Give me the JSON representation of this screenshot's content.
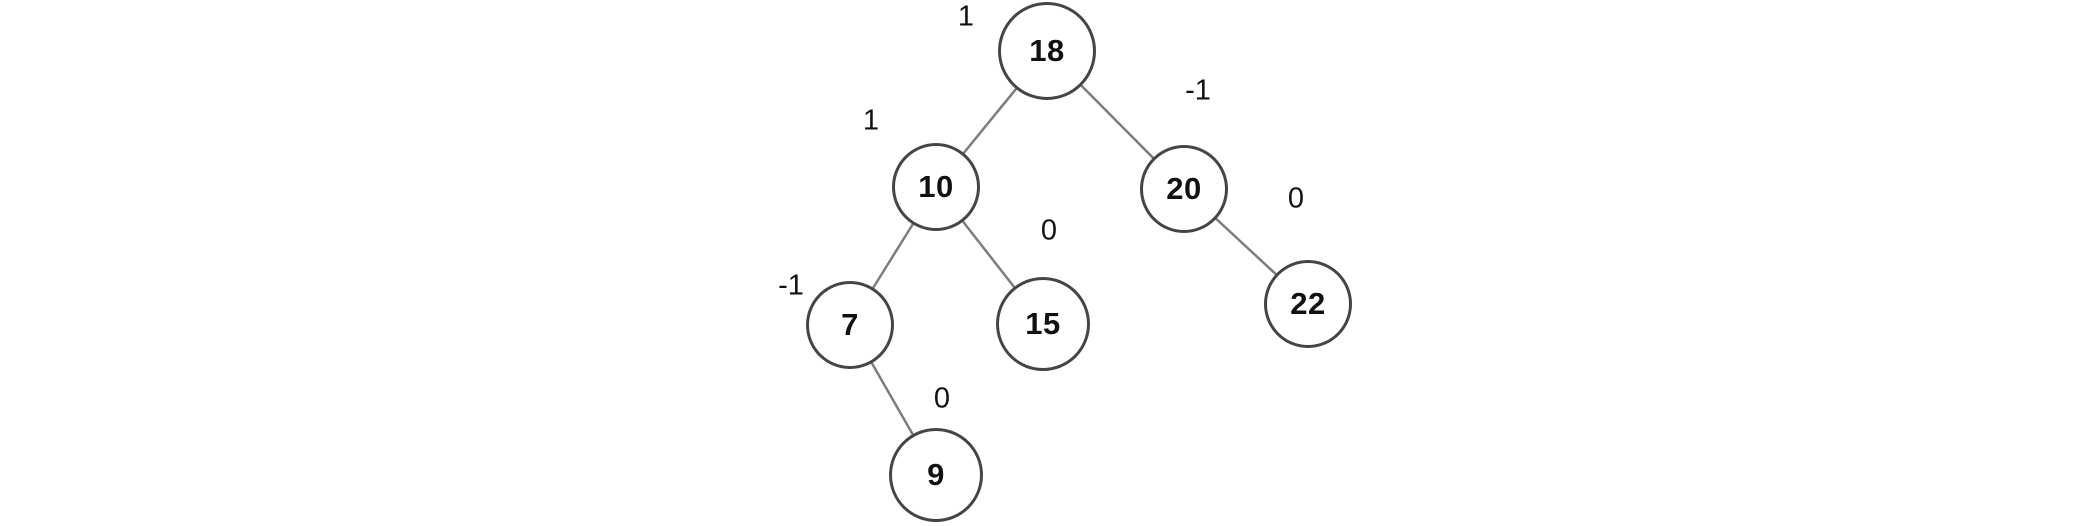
{
  "diagram": {
    "type": "binary-tree",
    "description": "AVL binary search tree with balance factor annotations",
    "nodes": [
      {
        "id": "18",
        "value": "18",
        "balance_factor": "1"
      },
      {
        "id": "10",
        "value": "10",
        "balance_factor": "1"
      },
      {
        "id": "20",
        "value": "20",
        "balance_factor": "-1"
      },
      {
        "id": "7",
        "value": "7",
        "balance_factor": "-1"
      },
      {
        "id": "15",
        "value": "15",
        "balance_factor": "0"
      },
      {
        "id": "22",
        "value": "22",
        "balance_factor": "0"
      },
      {
        "id": "9",
        "value": "9",
        "balance_factor": "0"
      }
    ],
    "edges": [
      {
        "from": "18",
        "to": "10"
      },
      {
        "from": "18",
        "to": "20"
      },
      {
        "from": "10",
        "to": "7"
      },
      {
        "from": "10",
        "to": "15"
      },
      {
        "from": "20",
        "to": "22"
      },
      {
        "from": "7",
        "to": "9"
      }
    ],
    "colors": {
      "background": "#ffffff",
      "node_fill": "#ffffff",
      "node_border": "#454545",
      "edge": "#7d7d7d",
      "text": "#111111"
    }
  }
}
